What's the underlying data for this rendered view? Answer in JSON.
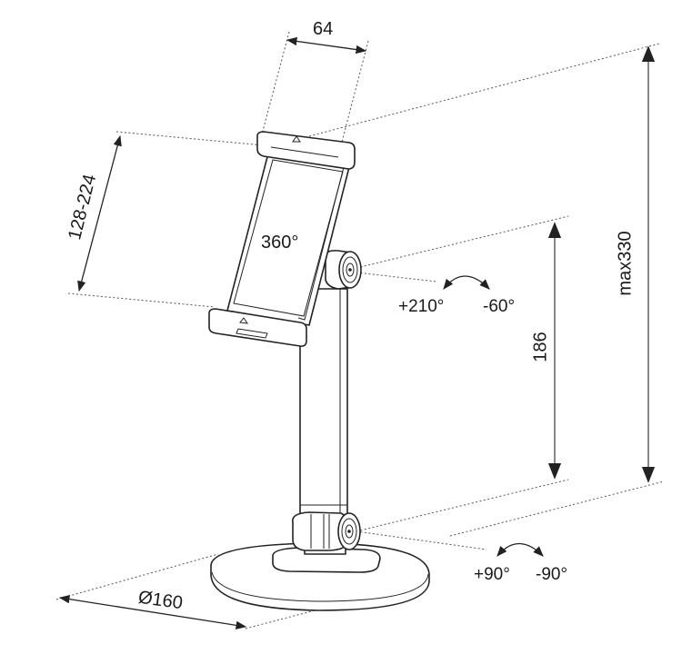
{
  "diagram": {
    "subject": "Tablet desk stand dimension drawing",
    "dimensions": {
      "clamp_width": "64",
      "clamp_range": "128-224",
      "rotation": "360°",
      "arm_height": "186",
      "max_height": "max330",
      "base_diameter": "Ø160"
    },
    "tilt_upper": {
      "positive": "+210°",
      "negative": "-60°"
    },
    "tilt_lower": {
      "positive": "+90°",
      "negative": "-90°"
    },
    "colors": {
      "line": "#222222",
      "dimension_line_gray": "#888888",
      "background": "#ffffff"
    }
  }
}
